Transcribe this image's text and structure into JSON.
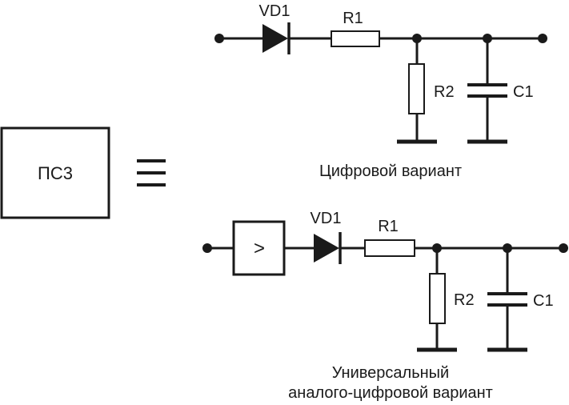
{
  "block": {
    "label": "ПС3"
  },
  "equivalence_symbol": "≡",
  "digital": {
    "caption": "Цифровой вариант",
    "diode": "VD1",
    "r_series": "R1",
    "r_shunt": "R2",
    "capacitor": "C1"
  },
  "analog": {
    "caption_line1": "Универсальный",
    "caption_line2": "аналого-цифровой вариант",
    "comparator_symbol": ">",
    "diode": "VD1",
    "r_series": "R1",
    "r_shunt": "R2",
    "capacitor": "C1"
  }
}
